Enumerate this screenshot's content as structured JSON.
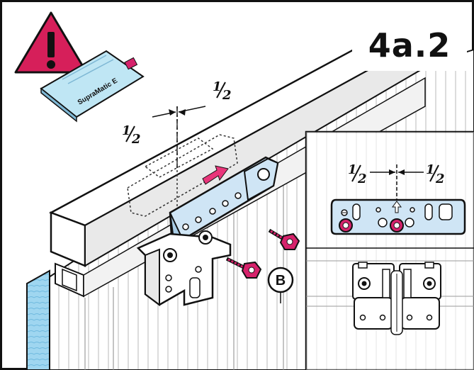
{
  "step_number": "4a.2",
  "manual_label": "SupraMatic E",
  "half_mark": "½",
  "half_sup": "1",
  "half_sub": "2",
  "callout_letter": "B",
  "colors": {
    "warning_red": "#d61f5a",
    "manual_blue": "#bfe6f4",
    "bracket_blue": "#cfe5f5",
    "screw_magenta": "#d6226b",
    "arrow_pink": "#e8357a",
    "wood_blue": "#9fd6f0",
    "outline": "#111111"
  },
  "icons": [
    "warning-triangle-icon",
    "manual-booklet-icon",
    "pink-direction-arrow-icon",
    "hex-screw-icon"
  ]
}
